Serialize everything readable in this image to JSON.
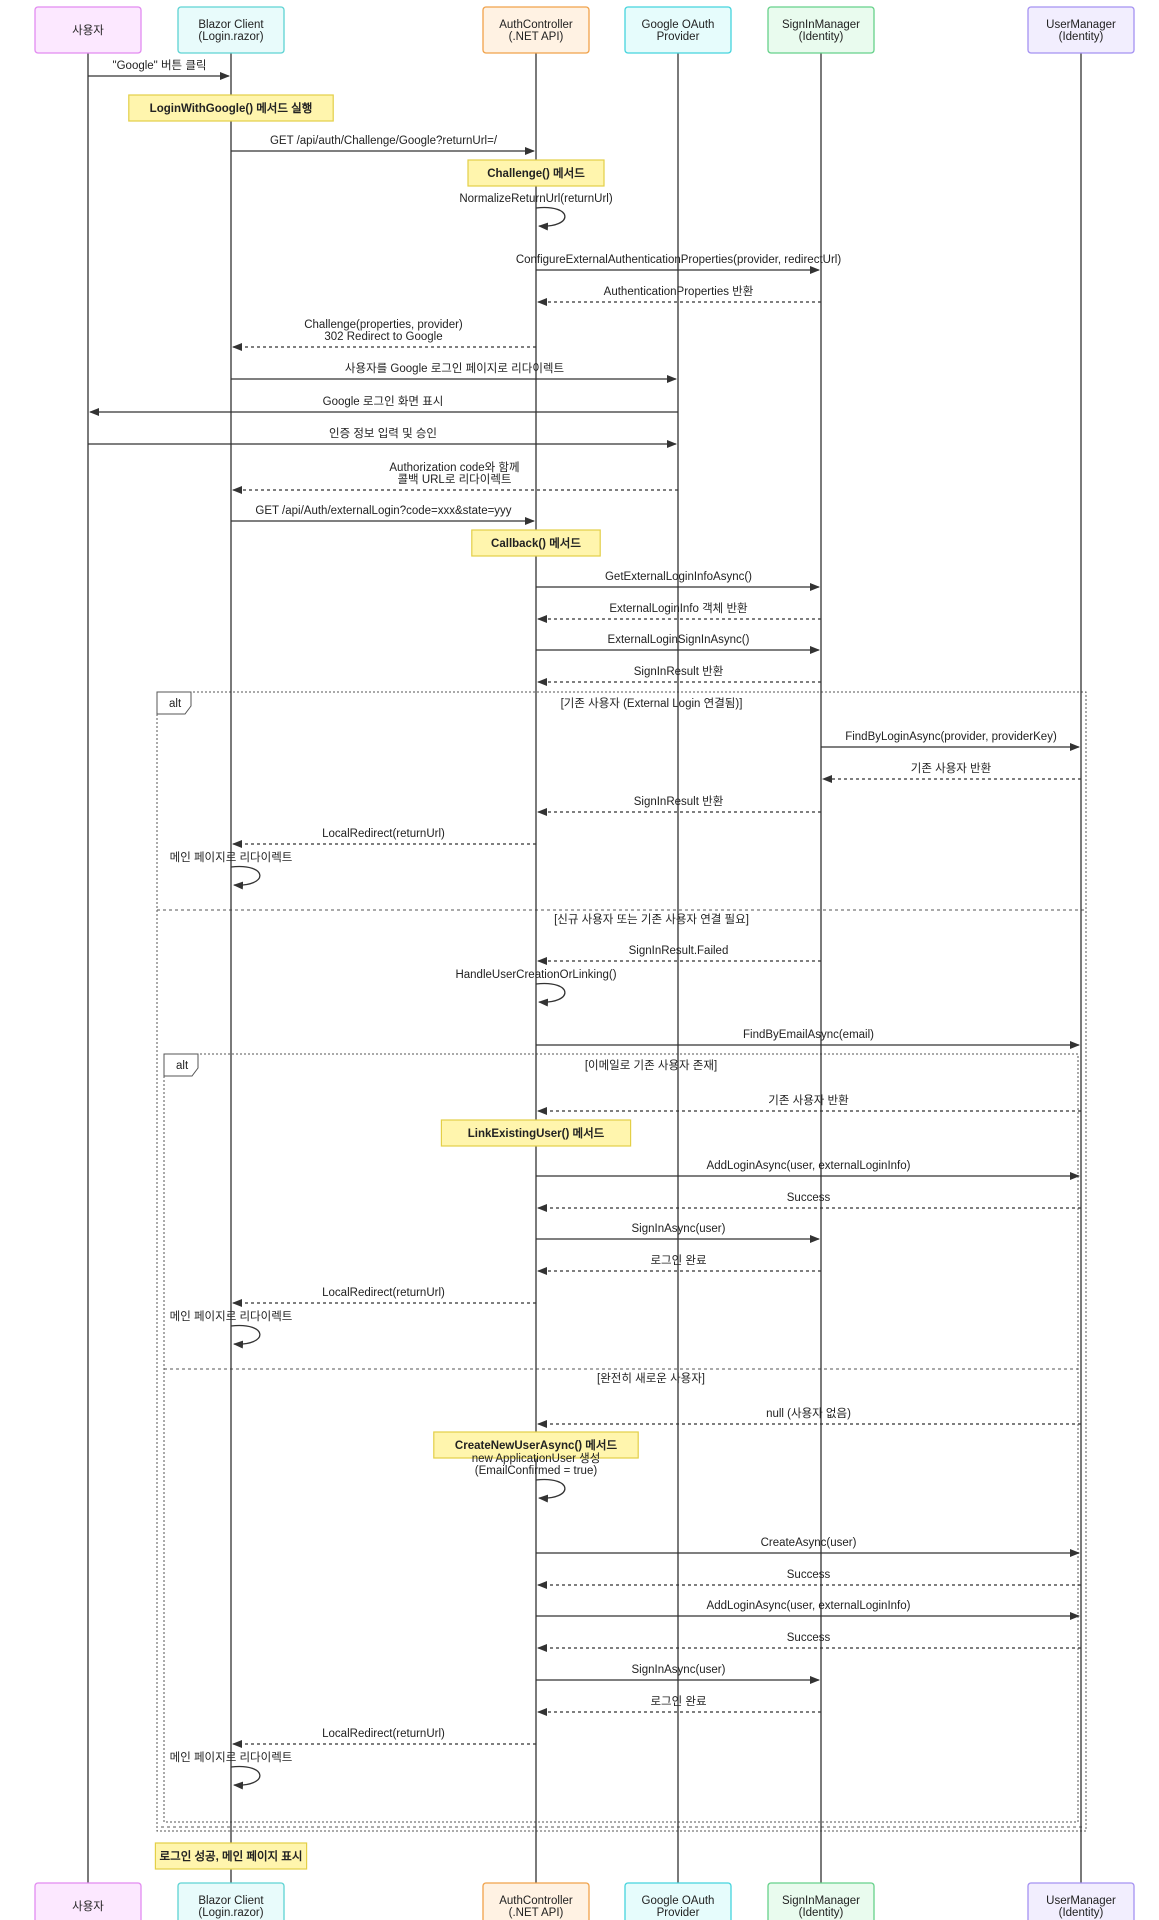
{
  "participants": [
    {
      "id": "user",
      "label": [
        "사용자"
      ],
      "fill": "#fce8ff",
      "stroke": "#e28bf0"
    },
    {
      "id": "blazor",
      "label": [
        "Blazor Client",
        "(Login.razor)"
      ],
      "fill": "#e8fbfb",
      "stroke": "#5ed3d3"
    },
    {
      "id": "auth",
      "label": [
        "AuthController",
        "(.NET API)"
      ],
      "fill": "#fff2e3",
      "stroke": "#f0a24a"
    },
    {
      "id": "google",
      "label": [
        "Google OAuth",
        "Provider"
      ],
      "fill": "#e6fcfc",
      "stroke": "#45d4dd"
    },
    {
      "id": "signin",
      "label": [
        "SignInManager",
        "(Identity)"
      ],
      "fill": "#e9fbee",
      "stroke": "#66d18a"
    },
    {
      "id": "usermgr",
      "label": [
        "UserManager",
        "(Identity)"
      ],
      "fill": "#f2eefe",
      "stroke": "#a592f2"
    }
  ],
  "steps": [
    {
      "kind": "msg",
      "from": "user",
      "to": "blazor",
      "style": "solid",
      "text": [
        "\"Google\" 버튼 클릭"
      ]
    },
    {
      "kind": "note",
      "over": "blazor",
      "text": "LoginWithGoogle() 메서드 실행"
    },
    {
      "kind": "msg",
      "from": "blazor",
      "to": "auth",
      "style": "solid",
      "text": [
        "GET /api/auth/Challenge/Google?returnUrl=/"
      ]
    },
    {
      "kind": "note",
      "over": "auth",
      "text": "Challenge() 메서드"
    },
    {
      "kind": "self",
      "on": "auth",
      "text": [
        "NormalizeReturnUrl(returnUrl)"
      ]
    },
    {
      "kind": "msg",
      "from": "auth",
      "to": "signin",
      "style": "solid",
      "text": [
        "ConfigureExternalAuthenticationProperties(provider, redirectUrl)"
      ]
    },
    {
      "kind": "msg",
      "from": "signin",
      "to": "auth",
      "style": "dashed",
      "text": [
        "AuthenticationProperties 반환"
      ]
    },
    {
      "kind": "msg",
      "from": "auth",
      "to": "blazor",
      "style": "dashed",
      "text": [
        "Challenge(properties, provider)",
        "302 Redirect to Google"
      ]
    },
    {
      "kind": "msg",
      "from": "blazor",
      "to": "google",
      "style": "solid",
      "text": [
        "사용자를 Google 로그인 페이지로 리다이렉트"
      ]
    },
    {
      "kind": "msg",
      "from": "google",
      "to": "user",
      "style": "solid",
      "text": [
        "Google 로그인 화면 표시"
      ]
    },
    {
      "kind": "msg",
      "from": "user",
      "to": "google",
      "style": "solid",
      "text": [
        "인증 정보 입력 및 승인"
      ]
    },
    {
      "kind": "msg",
      "from": "google",
      "to": "blazor",
      "style": "dashed",
      "text": [
        "Authorization code와 함께",
        "콜백 URL로 리다이렉트"
      ]
    },
    {
      "kind": "msg",
      "from": "blazor",
      "to": "auth",
      "style": "solid",
      "text": [
        "GET /api/Auth/externalLogin?code=xxx&state=yyy"
      ]
    },
    {
      "kind": "note",
      "over": "auth",
      "text": "Callback() 메서드"
    },
    {
      "kind": "msg",
      "from": "auth",
      "to": "signin",
      "style": "solid",
      "text": [
        "GetExternalLoginInfoAsync()"
      ]
    },
    {
      "kind": "msg",
      "from": "signin",
      "to": "auth",
      "style": "dashed",
      "text": [
        "ExternalLoginInfo 객체 반환"
      ]
    },
    {
      "kind": "msg",
      "from": "auth",
      "to": "signin",
      "style": "solid",
      "text": [
        "ExternalLoginSignInAsync()"
      ]
    },
    {
      "kind": "msg",
      "from": "signin",
      "to": "auth",
      "style": "dashed",
      "text": [
        "SignInResult 반환"
      ]
    },
    {
      "kind": "alt_start",
      "label": "alt",
      "cond": "[기존 사용자 (External Login 연결됨)]"
    },
    {
      "kind": "msg",
      "from": "signin",
      "to": "usermgr",
      "style": "solid",
      "text": [
        "FindByLoginAsync(provider, providerKey)"
      ]
    },
    {
      "kind": "msg",
      "from": "usermgr",
      "to": "signin",
      "style": "dashed",
      "text": [
        "기존 사용자 반환"
      ]
    },
    {
      "kind": "msg",
      "from": "signin",
      "to": "auth",
      "style": "dashed",
      "text": [
        "SignInResult 반환"
      ]
    },
    {
      "kind": "msg",
      "from": "auth",
      "to": "blazor",
      "style": "dashed",
      "text": [
        "LocalRedirect(returnUrl)"
      ]
    },
    {
      "kind": "self",
      "on": "blazor",
      "text": [
        "메인 페이지로 리다이렉트"
      ]
    },
    {
      "kind": "else",
      "cond": "[신규 사용자 또는 기존 사용자 연결 필요]"
    },
    {
      "kind": "msg",
      "from": "signin",
      "to": "auth",
      "style": "dashed",
      "text": [
        "SignInResult.Failed"
      ]
    },
    {
      "kind": "self",
      "on": "auth",
      "text": [
        "HandleUserCreationOrLinking()"
      ]
    },
    {
      "kind": "msg",
      "from": "auth",
      "to": "usermgr",
      "style": "solid",
      "text": [
        "FindByEmailAsync(email)"
      ]
    },
    {
      "kind": "alt_start",
      "label": "alt",
      "cond": "[이메일로 기존 사용자 존재]"
    },
    {
      "kind": "msg",
      "from": "usermgr",
      "to": "auth",
      "style": "dashed",
      "text": [
        "기존 사용자 반환"
      ]
    },
    {
      "kind": "note",
      "over": "auth",
      "text": "LinkExistingUser() 메서드"
    },
    {
      "kind": "msg",
      "from": "auth",
      "to": "usermgr",
      "style": "solid",
      "text": [
        "AddLoginAsync(user, externalLoginInfo)"
      ]
    },
    {
      "kind": "msg",
      "from": "usermgr",
      "to": "auth",
      "style": "dashed",
      "text": [
        "Success"
      ]
    },
    {
      "kind": "msg",
      "from": "auth",
      "to": "signin",
      "style": "solid",
      "text": [
        "SignInAsync(user)"
      ]
    },
    {
      "kind": "msg",
      "from": "signin",
      "to": "auth",
      "style": "dashed",
      "text": [
        "로그인 완료"
      ]
    },
    {
      "kind": "msg",
      "from": "auth",
      "to": "blazor",
      "style": "dashed",
      "text": [
        "LocalRedirect(returnUrl)"
      ]
    },
    {
      "kind": "self",
      "on": "blazor",
      "text": [
        "메인 페이지로 리다이렉트"
      ]
    },
    {
      "kind": "else",
      "cond": "[완전히 새로운 사용자]"
    },
    {
      "kind": "msg",
      "from": "usermgr",
      "to": "auth",
      "style": "dashed",
      "text": [
        "null (사용자 없음)"
      ]
    },
    {
      "kind": "note",
      "over": "auth",
      "text": "CreateNewUserAsync() 메서드"
    },
    {
      "kind": "self",
      "on": "auth",
      "text": [
        "new ApplicationUser 생성",
        "(EmailConfirmed = true)"
      ]
    },
    {
      "kind": "msg",
      "from": "auth",
      "to": "usermgr",
      "style": "solid",
      "text": [
        "CreateAsync(user)"
      ]
    },
    {
      "kind": "msg",
      "from": "usermgr",
      "to": "auth",
      "style": "dashed",
      "text": [
        "Success"
      ]
    },
    {
      "kind": "msg",
      "from": "auth",
      "to": "usermgr",
      "style": "solid",
      "text": [
        "AddLoginAsync(user, externalLoginInfo)"
      ]
    },
    {
      "kind": "msg",
      "from": "usermgr",
      "to": "auth",
      "style": "dashed",
      "text": [
        "Success"
      ]
    },
    {
      "kind": "msg",
      "from": "auth",
      "to": "signin",
      "style": "solid",
      "text": [
        "SignInAsync(user)"
      ]
    },
    {
      "kind": "msg",
      "from": "signin",
      "to": "auth",
      "style": "dashed",
      "text": [
        "로그인 완료"
      ]
    },
    {
      "kind": "msg",
      "from": "auth",
      "to": "blazor",
      "style": "dashed",
      "text": [
        "LocalRedirect(returnUrl)"
      ]
    },
    {
      "kind": "self",
      "on": "blazor",
      "text": [
        "메인 페이지로 리다이렉트"
      ]
    },
    {
      "kind": "alt_end"
    },
    {
      "kind": "alt_end"
    },
    {
      "kind": "note",
      "over": "blazor",
      "text": "로그인 성공, 메인 페이지 표시"
    }
  ]
}
